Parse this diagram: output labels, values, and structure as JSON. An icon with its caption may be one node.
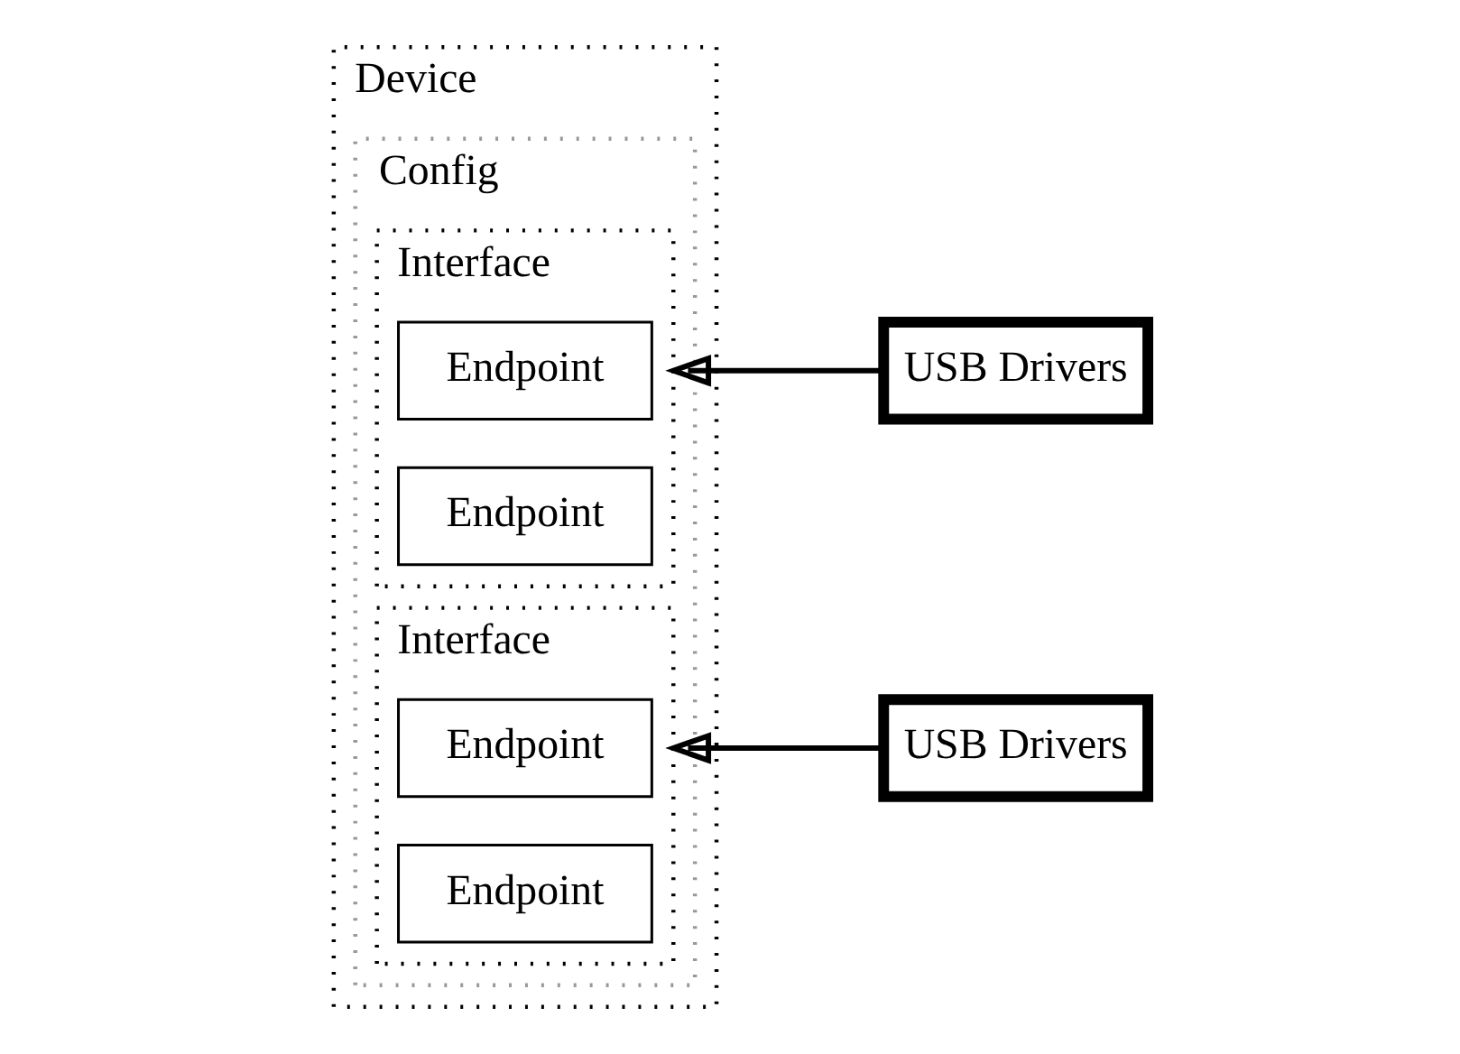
{
  "diagram": {
    "nodes": [
      {
        "text": [
          "Device"
        ]
      },
      {
        "text": [
          "Config"
        ],
        "in": 0
      },
      {
        "text": [
          "Interface"
        ],
        "in": 1
      },
      {
        "text": [
          "Endpoint"
        ],
        "in": 2
      },
      {
        "text": [
          "Endpoint"
        ],
        "in": 2
      },
      {
        "text": [
          "Interface"
        ],
        "in": 1
      },
      {
        "text": [
          "Endpoint"
        ],
        "in": 5
      },
      {
        "text": [
          "Endpoint"
        ],
        "in": 5
      },
      {
        "text": [
          "USB Drivers"
        ]
      },
      {
        "text": [
          "USB Drivers"
        ]
      }
    ],
    "edges": [
      {
        "from": 8,
        "to": 2,
        "arrow": "to"
      },
      {
        "from": 9,
        "to": 5,
        "arrow": "to"
      }
    ]
  }
}
